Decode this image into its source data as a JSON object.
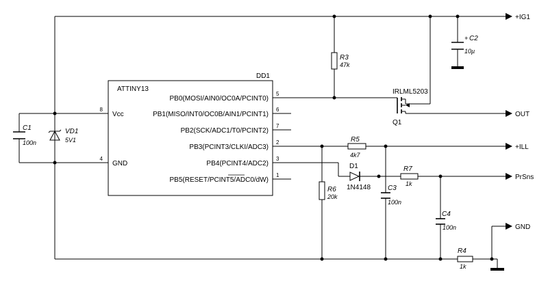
{
  "chip": {
    "ref": "DD1",
    "part": "ATTINY13",
    "pins": [
      {
        "num": "8",
        "name": "Vcc"
      },
      {
        "num": "4",
        "name": "GND"
      },
      {
        "num": "5",
        "name": "PB0(MOSI/AIN0/OC0A/PCINT0)"
      },
      {
        "num": "6",
        "name": "PB1(MISO/INT0/OC0B/AIN1/PCINT1)"
      },
      {
        "num": "7",
        "name": "PB2(SCK/ADC1/T0/PCINT2)"
      },
      {
        "num": "2",
        "name": "PB3(PCINT3/CLKI/ADC3)"
      },
      {
        "num": "3",
        "name": "PB4(PCINT4/ADC2)"
      },
      {
        "num": "1",
        "name": "PB5(RESET/PCINT5/ADC0/dW)",
        "overline_part": "ADC0"
      }
    ]
  },
  "components": {
    "C1": {
      "ref": "C1",
      "value": "100n"
    },
    "VD1": {
      "ref": "VD1",
      "value": "5V1"
    },
    "R3": {
      "ref": "R3",
      "value": "47k"
    },
    "C2": {
      "ref": "C2",
      "value": "10µ",
      "polarity": "+"
    },
    "Q1": {
      "ref": "Q1",
      "part": "IRLML5203"
    },
    "R5": {
      "ref": "R5",
      "value": "4k7"
    },
    "D1": {
      "ref": "D1",
      "part": "1N4148"
    },
    "R6": {
      "ref": "R6",
      "value": "20k"
    },
    "C3": {
      "ref": "C3",
      "value": "100n"
    },
    "R7": {
      "ref": "R7",
      "value": "1k"
    },
    "C4": {
      "ref": "C4",
      "value": "100n"
    },
    "R4": {
      "ref": "R4",
      "value": "1k"
    }
  },
  "nets": {
    "ig1": "+IG1",
    "out": "OUT",
    "ill": "+ILL",
    "prsns": "PrSns",
    "gnd": "GND"
  }
}
